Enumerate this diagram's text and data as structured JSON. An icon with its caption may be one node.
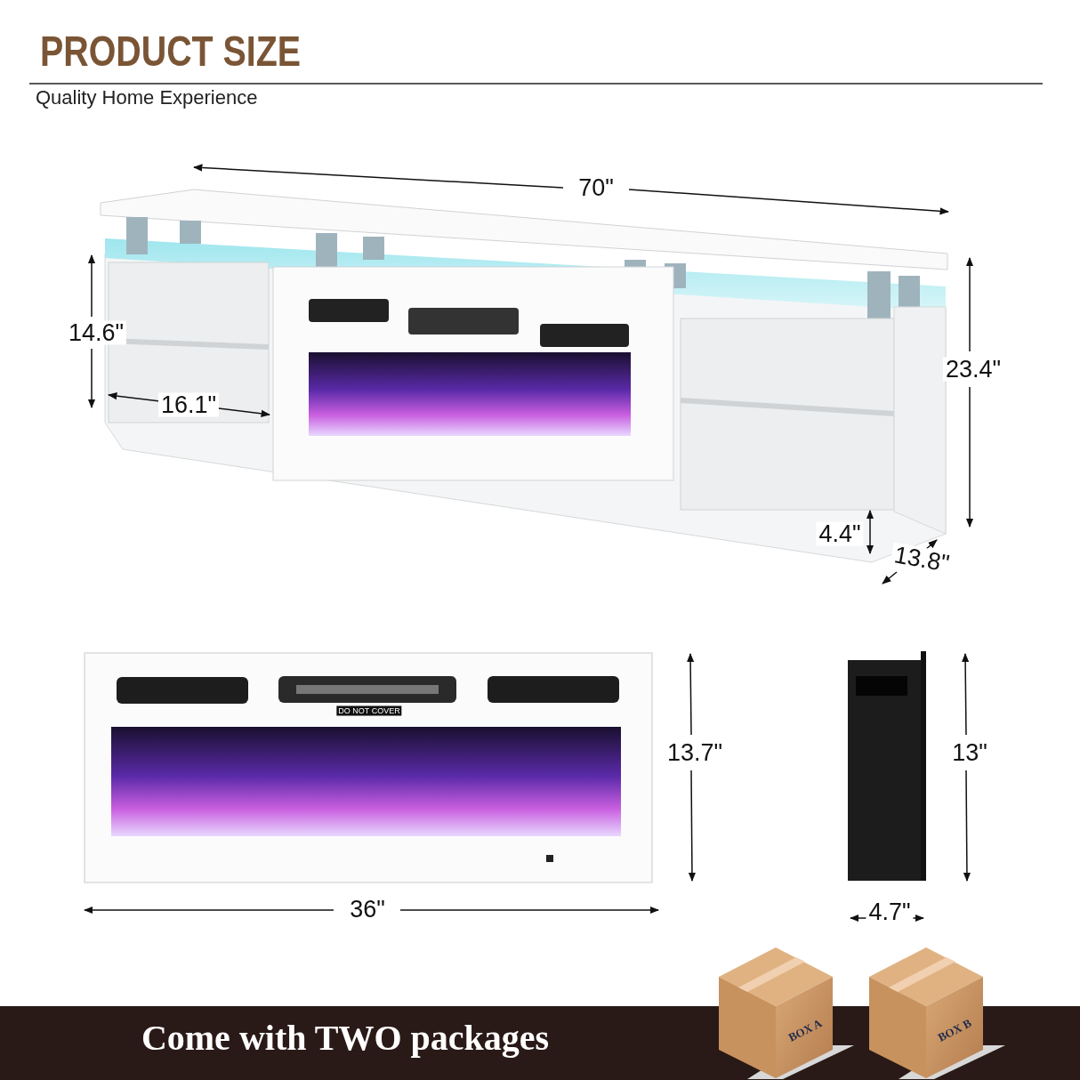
{
  "diagram": {
    "title": "PRODUCT SIZE",
    "labels": [
      "Quality Home Experience",
      "70\"",
      "14.6\"",
      "23.4\"",
      "16.1\"",
      "4.4\"",
      "13.8\"",
      "DO NOT COVER",
      "13.7\"",
      "13\"",
      "36\"",
      "4.7\"",
      "Come with TWO packages",
      "BOX A",
      "BOX B"
    ]
  }
}
